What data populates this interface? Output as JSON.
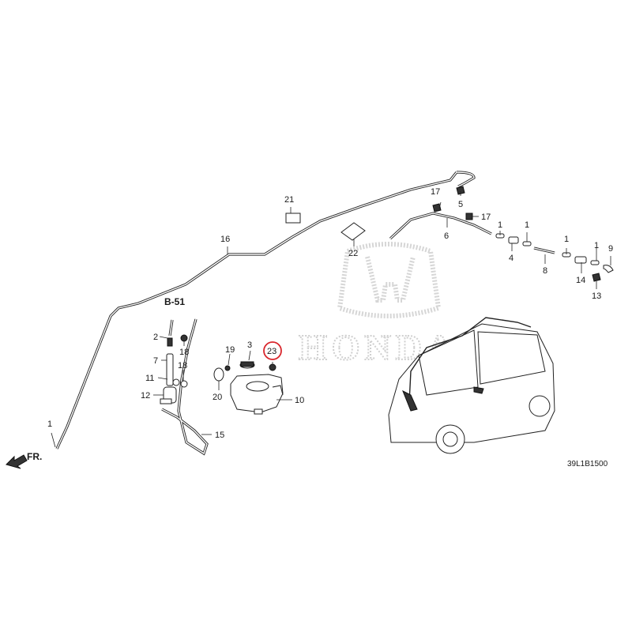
{
  "watermark": {
    "brand": "HONDA"
  },
  "view_label": "B-51",
  "direction_label": "FR.",
  "diagram_code": "39L1B1500",
  "highlight_color": "#d9262c",
  "highlighted_part": "23",
  "callouts": {
    "c1a": "1",
    "c1b": "1",
    "c1c": "1",
    "c1d": "1",
    "c1e": "1",
    "c2": "2",
    "c3": "3",
    "c4": "4",
    "c5": "5",
    "c6": "6",
    "c7": "7",
    "c8": "8",
    "c9": "9",
    "c10": "10",
    "c11": "11",
    "c12": "12",
    "c13": "13",
    "c14": "14",
    "c15": "15",
    "c16": "16",
    "c17a": "17",
    "c17b": "17",
    "c18a": "18",
    "c18b": "18",
    "c19": "19",
    "c20": "20",
    "c21": "21",
    "c22": "22",
    "c23": "23"
  }
}
